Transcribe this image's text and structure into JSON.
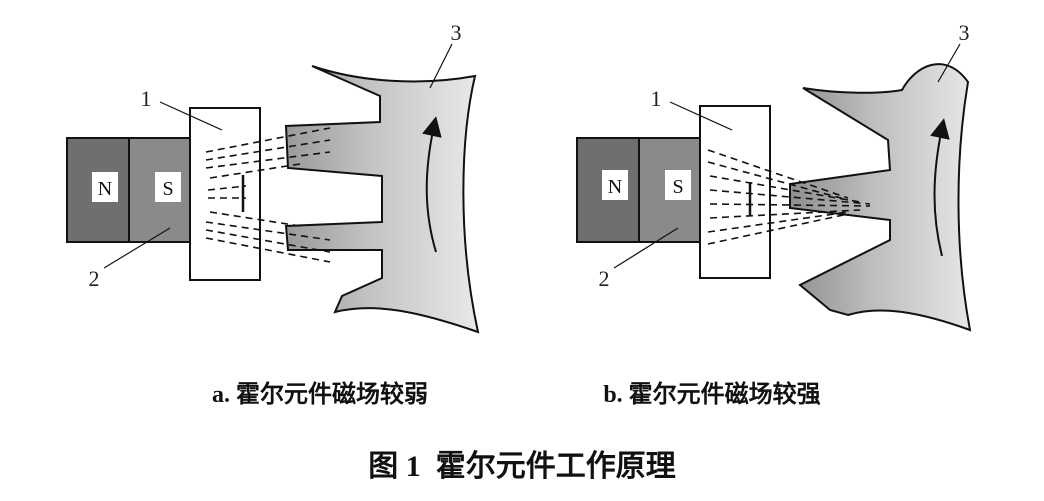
{
  "panel_a": {
    "caption": "a. 霍尔元件磁场较弱",
    "magnet": {
      "n_label": "N",
      "s_label": "S"
    },
    "labels": {
      "hall": "1",
      "magnet": "2",
      "rotor": "3"
    }
  },
  "panel_b": {
    "caption": "b. 霍尔元件磁场较强",
    "magnet": {
      "n_label": "N",
      "s_label": "S"
    },
    "labels": {
      "hall": "1",
      "magnet": "2",
      "rotor": "3"
    }
  },
  "figure_caption": "图 1  霍尔元件工作原理",
  "colors": {
    "north_pole": "#6f6f6f",
    "south_pole": "#8a8a8a",
    "rotor_light": "#e6e6e6",
    "rotor_dark": "#9a9a9a",
    "outline": "#111111"
  }
}
